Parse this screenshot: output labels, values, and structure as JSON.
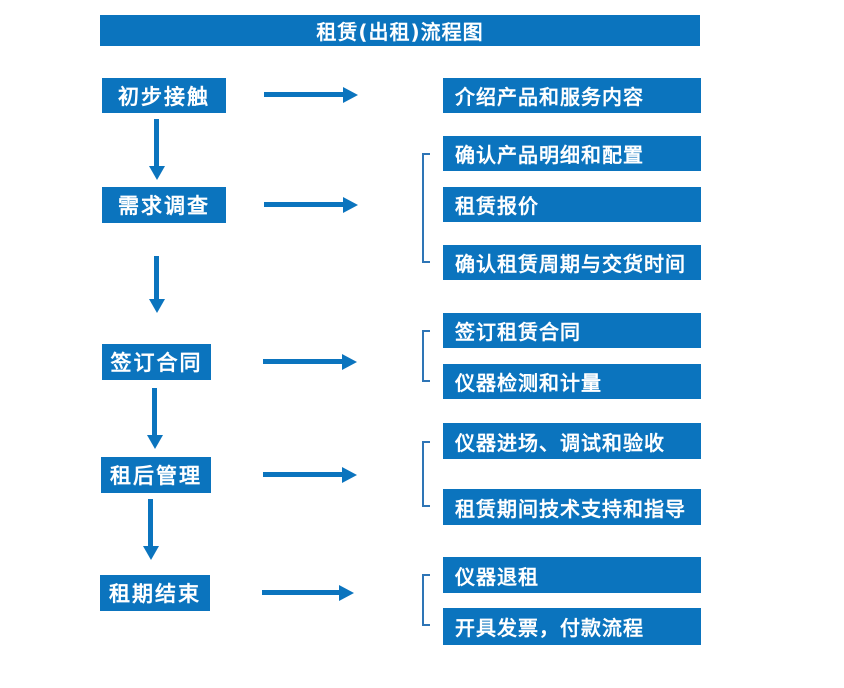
{
  "title": "租赁(出租)流程图",
  "colors": {
    "primary": "#0b74be",
    "bracket": "#2e75b6"
  },
  "stages": [
    {
      "label": "初步接触",
      "steps": [
        "介绍产品和服务内容"
      ]
    },
    {
      "label": "需求调查",
      "steps": [
        "确认产品明细和配置",
        "租赁报价",
        "确认租赁周期与交货时间"
      ]
    },
    {
      "label": "签订合同",
      "steps": [
        "签订租赁合同",
        "仪器检测和计量"
      ]
    },
    {
      "label": "租后管理",
      "steps": [
        "仪器进场、调试和验收",
        "租赁期间技术支持和指导"
      ]
    },
    {
      "label": "租期结束",
      "steps": [
        "仪器退租",
        "开具发票，付款流程"
      ]
    }
  ]
}
